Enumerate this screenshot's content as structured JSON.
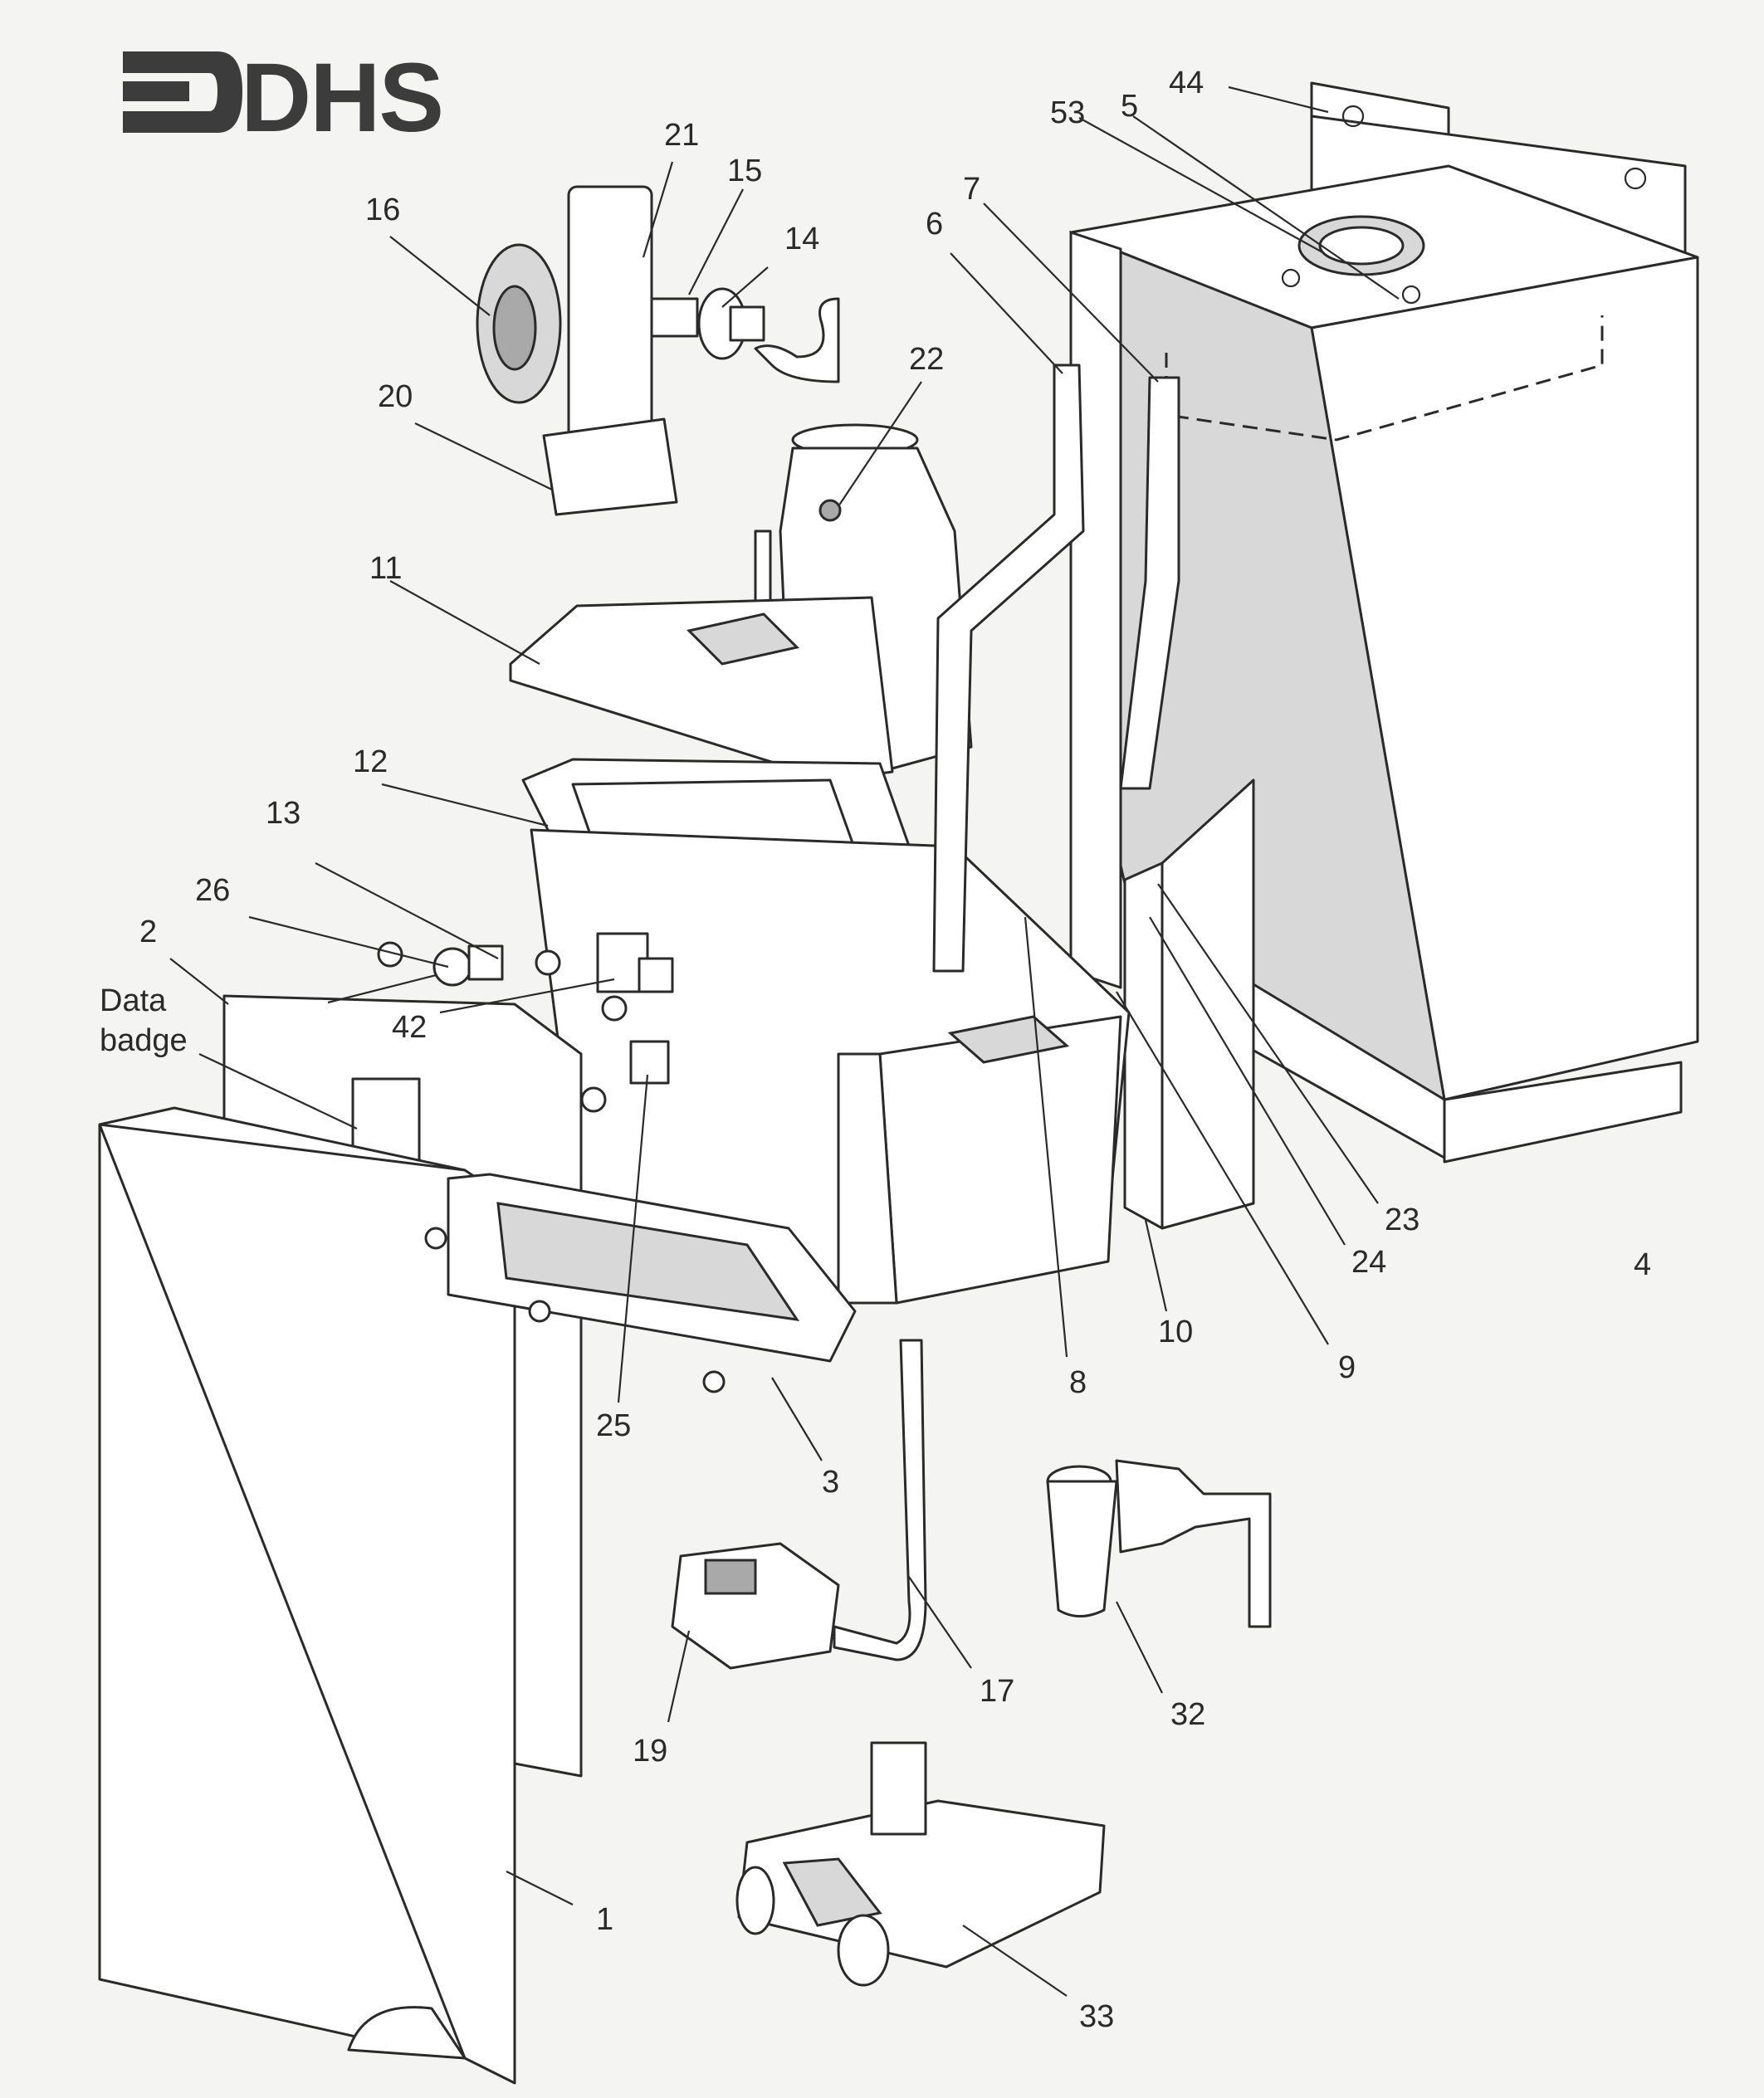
{
  "logo": {
    "text": "DHS",
    "color": "#3c3c3c"
  },
  "labels": [
    {
      "id": "44",
      "text": "44"
    },
    {
      "id": "53",
      "text": "53"
    },
    {
      "id": "5",
      "text": "5"
    },
    {
      "id": "21",
      "text": "21"
    },
    {
      "id": "15",
      "text": "15"
    },
    {
      "id": "16",
      "text": "16"
    },
    {
      "id": "14",
      "text": "14"
    },
    {
      "id": "7",
      "text": "7"
    },
    {
      "id": "6",
      "text": "6"
    },
    {
      "id": "22",
      "text": "22"
    },
    {
      "id": "20",
      "text": "20"
    },
    {
      "id": "11",
      "text": "11"
    },
    {
      "id": "12",
      "text": "12"
    },
    {
      "id": "13",
      "text": "13"
    },
    {
      "id": "26",
      "text": "26"
    },
    {
      "id": "2",
      "text": "2"
    },
    {
      "id": "data_badge_line1",
      "text": "Data"
    },
    {
      "id": "data_badge_line2",
      "text": "badge"
    },
    {
      "id": "42",
      "text": "42"
    },
    {
      "id": "23",
      "text": "23"
    },
    {
      "id": "24",
      "text": "24"
    },
    {
      "id": "4",
      "text": "4"
    },
    {
      "id": "10",
      "text": "10"
    },
    {
      "id": "9",
      "text": "9"
    },
    {
      "id": "8",
      "text": "8"
    },
    {
      "id": "25",
      "text": "25"
    },
    {
      "id": "3",
      "text": "3"
    },
    {
      "id": "17",
      "text": "17"
    },
    {
      "id": "32",
      "text": "32"
    },
    {
      "id": "19",
      "text": "19"
    },
    {
      "id": "1",
      "text": "1"
    },
    {
      "id": "33",
      "text": "33"
    }
  ]
}
